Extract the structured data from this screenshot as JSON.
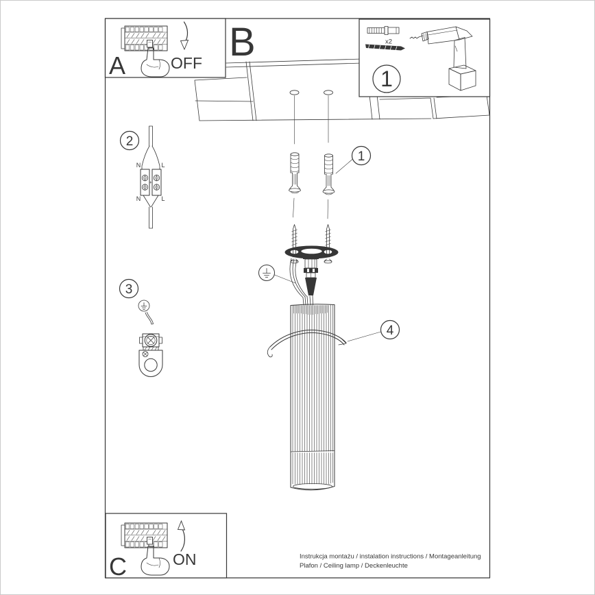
{
  "sheet": {
    "panel_a": {
      "label": "A",
      "action": "OFF"
    },
    "panel_b": {
      "label": "B"
    },
    "panel_c": {
      "label": "C",
      "action": "ON"
    },
    "kit": {
      "number": "1",
      "screw_quantity": "x2"
    },
    "callouts": {
      "anchors": "1",
      "wiring": "2",
      "grounding": "3",
      "shade": "4"
    },
    "wiring_labels": {
      "top_neutral": "N",
      "top_live": "L",
      "bottom_neutral": "N",
      "bottom_live": "L"
    },
    "footer": {
      "line1": "Instrukcja montażu / instalation instructions / Montageanleitung",
      "line2": "Plafon / Ceiling lamp / Deckenleuchte"
    }
  },
  "colors": {
    "ink": "#373737",
    "paper": "#ffffff",
    "page-border": "#c9c9c9"
  }
}
